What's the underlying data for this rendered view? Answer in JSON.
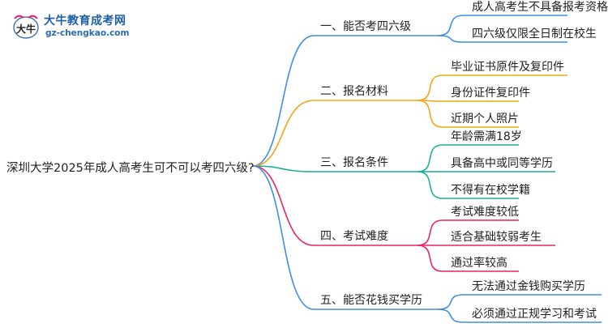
{
  "logo": {
    "name": "大牛教育成考网",
    "url": "gz-chengkao.com",
    "mark_text": "大牛"
  },
  "root": {
    "label": "深圳大学2025年成人高考生可不可以考四六级?"
  },
  "branches": [
    {
      "label": "一、能否考四六级",
      "color": "#3d8ee8",
      "leaves": [
        "成人高考生不具备报考资格",
        "四六级仅限全日制在校生"
      ]
    },
    {
      "label": "二、报名材料",
      "color": "#f2a516",
      "leaves": [
        "毕业证书原件及复印件",
        "身份证件复印件",
        "近期个人照片"
      ]
    },
    {
      "label": "三、报名条件",
      "color": "#1fae9c",
      "leaves": [
        "年龄需满18岁",
        "具备高中或同等学历",
        "不得有在校学籍"
      ]
    },
    {
      "label": "四、考试难度",
      "color": "#e8236c",
      "leaves": [
        "考试难度较低",
        "适合基础较弱考生",
        "通过率较高"
      ]
    },
    {
      "label": "五、能否花钱买学历",
      "color": "#3d8ee8",
      "leaves": [
        "无法通过金钱购买学历",
        "必须通过正规学习和考试"
      ]
    }
  ]
}
